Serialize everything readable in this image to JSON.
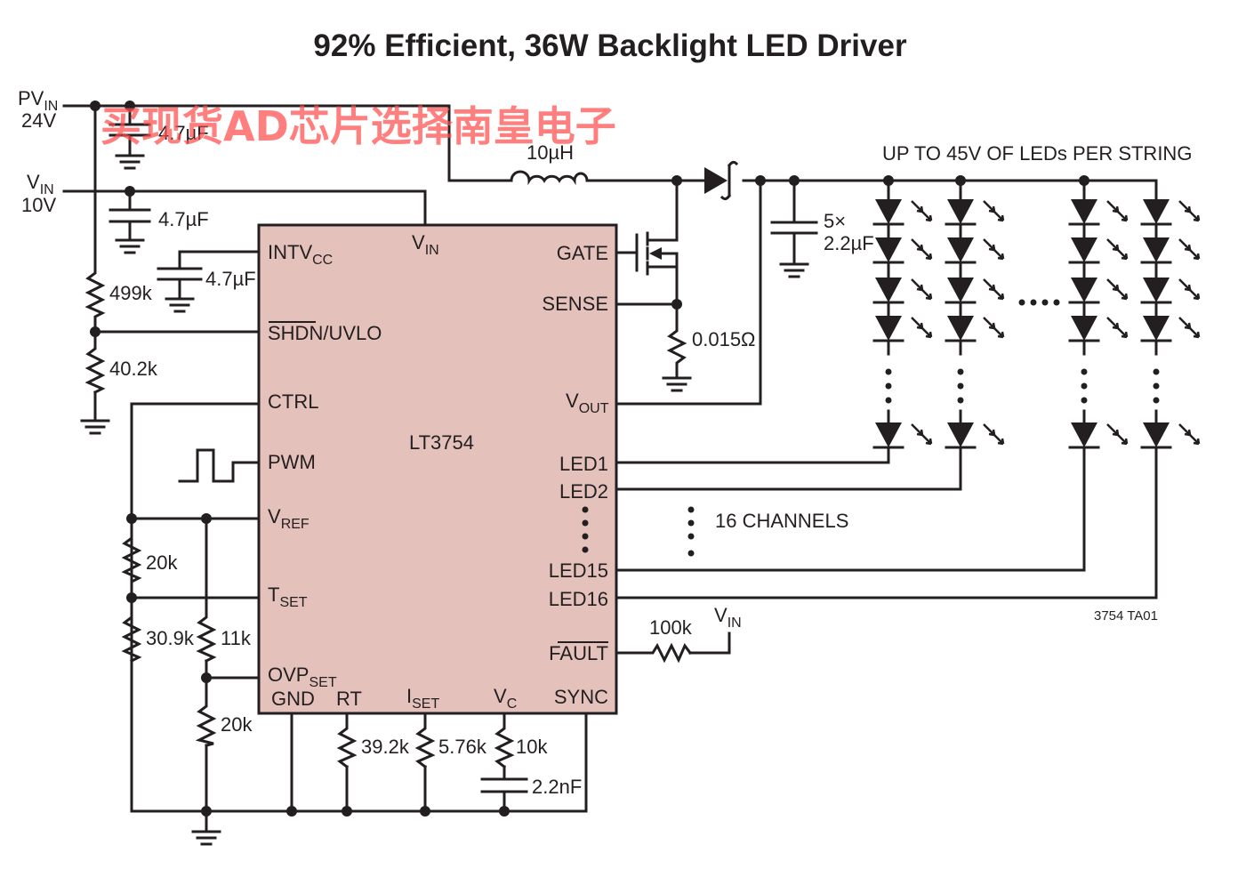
{
  "title": "92% Efficient, 36W Backlight LED Driver",
  "watermark": "买现货AD芯片选择南皇电子",
  "figure_id": "3754 TA01",
  "ic": {
    "name": "LT3754",
    "fill_color": "#e4c1bb",
    "pins": {
      "intvcc": {
        "main": "INTV",
        "sub": "CC"
      },
      "vin": {
        "main": "V",
        "sub": "IN"
      },
      "gate": "GATE",
      "sense": "SENSE",
      "shdn_uvlo": {
        "overbar": "SHDN",
        "rest": "/UVLO"
      },
      "ctrl": "CTRL",
      "pwm": "PWM",
      "vref": {
        "main": "V",
        "sub": "REF"
      },
      "tset": {
        "main": "T",
        "sub": "SET"
      },
      "ovpset": {
        "main": "OVP",
        "sub": "SET"
      },
      "gnd": "GND",
      "rt": "RT",
      "iset": {
        "main": "I",
        "sub": "SET"
      },
      "vc": {
        "main": "V",
        "sub": "C"
      },
      "sync": "SYNC",
      "vout": {
        "main": "V",
        "sub": "OUT"
      },
      "led1": "LED1",
      "led2": "LED2",
      "led15": "LED15",
      "led16": "LED16",
      "fault": "FAULT"
    }
  },
  "supplies": {
    "pvin": {
      "main": "PV",
      "sub": "IN",
      "value": "24V"
    },
    "vin": {
      "main": "V",
      "sub": "IN",
      "value": "10V"
    },
    "vin_pullup": {
      "main": "V",
      "sub": "IN"
    }
  },
  "components": {
    "c_pvin": "4.7µF",
    "c_vin": "4.7µF",
    "c_intvcc": "4.7µF",
    "r_uvlo_top": "499k",
    "r_uvlo_bot": "40.2k",
    "inductor": "10µH",
    "c_out_count": "5×",
    "c_out_value": "2.2µF",
    "r_sense": "0.015Ω",
    "r_vref_top": "20k",
    "r_tset": "30.9k",
    "r_ovp_top": "11k",
    "r_ovp_bot": "20k",
    "r_rt": "39.2k",
    "r_iset": "5.76k",
    "r_vc": "10k",
    "c_vc": "2.2nF",
    "r_fault": "100k"
  },
  "notes": {
    "led_string": "UP TO 45V OF LEDs PER STRING",
    "channels": "16 CHANNELS"
  }
}
